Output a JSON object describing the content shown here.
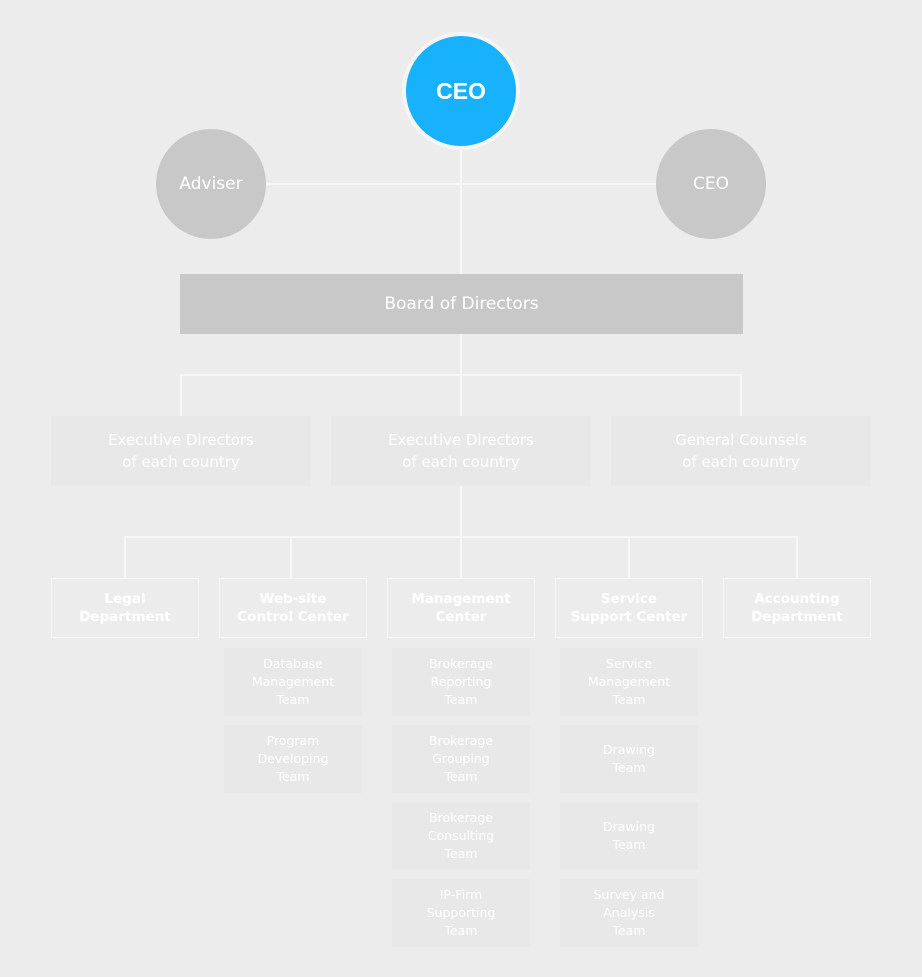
{
  "ceo_main": {
    "label": "CEO"
  },
  "adviser": {
    "label": "Adviser"
  },
  "ceo_right": {
    "label": "CEO"
  },
  "board": {
    "label": "Board of Directors"
  },
  "executives": [
    {
      "label": "Executive Directors\nof each country"
    },
    {
      "label": "Executive Directors\nof each country"
    },
    {
      "label": "General Counsels\nof each country"
    }
  ],
  "departments": [
    {
      "label": "Legal\nDepartment",
      "teams": []
    },
    {
      "label": "Web-site\nControl Center",
      "teams": [
        "Database\nManagement\nTeam",
        "Program\nDeveloping\nTeam"
      ]
    },
    {
      "label": "Management\nCenter",
      "teams": [
        "Brokerage\nReporting\nTeam",
        "Brokerage\nGrouping\nTeam",
        "Brokerage\nConsulting\nTeam",
        "IP-Firm\nSupporting\nTeam"
      ]
    },
    {
      "label": "Service\nSupport Center",
      "teams": [
        "Service\nManagement\nTeam",
        "Drawing\nTeam",
        "Drawing\nTeam",
        "Survey and\nAnalysis\nTeam"
      ]
    },
    {
      "label": "Accounting\nDepartment",
      "teams": []
    }
  ],
  "colors": {
    "accent": "#18b1fc",
    "node_grey": "#c8c8c8",
    "background": "#ececec"
  }
}
